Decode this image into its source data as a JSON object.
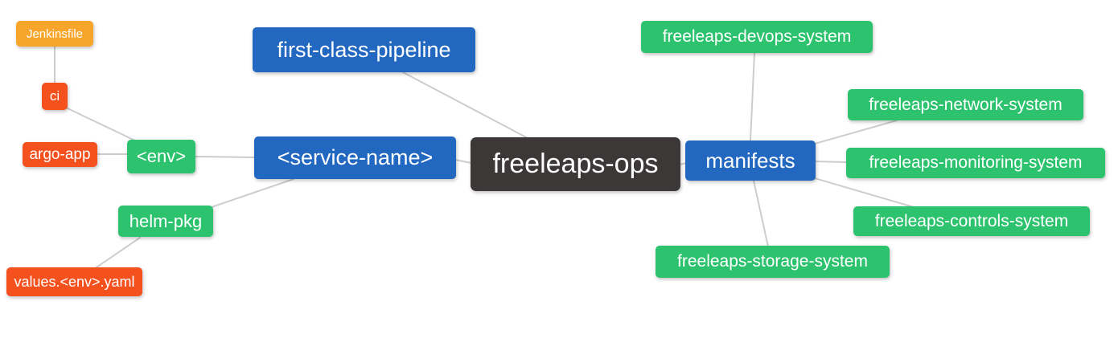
{
  "diagram": {
    "type": "mindmap",
    "root": "freeleaps_ops",
    "background": "#ffffff",
    "edge_color": "#cdcdcd",
    "text_color": "#ffffff",
    "nodes": {
      "jenkinsfile": {
        "label": "Jenkinsfile",
        "color": "#f8a62b"
      },
      "ci": {
        "label": "ci",
        "color": "#f4511e"
      },
      "argo_app": {
        "label": "argo-app",
        "color": "#f4511e"
      },
      "env": {
        "label": "<env>",
        "color": "#2dc36e"
      },
      "helm_pkg": {
        "label": "helm-pkg",
        "color": "#2dc36e"
      },
      "values_env_yaml": {
        "label": "values.<env>.yaml",
        "color": "#f4511e"
      },
      "first_class_pipeline": {
        "label": "first-class-pipeline",
        "color": "#2268c0"
      },
      "service_name": {
        "label": "<service-name>",
        "color": "#2268c0"
      },
      "freeleaps_ops": {
        "label": "freeleaps-ops",
        "color": "#3b3837"
      },
      "manifests": {
        "label": "manifests",
        "color": "#2268c0"
      },
      "devops_system": {
        "label": "freeleaps-devops-system",
        "color": "#2dc36e"
      },
      "network_system": {
        "label": "freeleaps-network-system",
        "color": "#2dc36e"
      },
      "monitoring_system": {
        "label": "freeleaps-monitoring-system",
        "color": "#2dc36e"
      },
      "controls_system": {
        "label": "freeleaps-controls-system",
        "color": "#2dc36e"
      },
      "storage_system": {
        "label": "freeleaps-storage-system",
        "color": "#2dc36e"
      }
    },
    "edges": [
      [
        "jenkinsfile",
        "ci"
      ],
      [
        "ci",
        "env"
      ],
      [
        "argo_app",
        "env"
      ],
      [
        "env",
        "service_name"
      ],
      [
        "helm_pkg",
        "service_name"
      ],
      [
        "values_env_yaml",
        "helm_pkg"
      ],
      [
        "first_class_pipeline",
        "freeleaps_ops"
      ],
      [
        "service_name",
        "freeleaps_ops"
      ],
      [
        "freeleaps_ops",
        "manifests"
      ],
      [
        "manifests",
        "devops_system"
      ],
      [
        "manifests",
        "network_system"
      ],
      [
        "manifests",
        "monitoring_system"
      ],
      [
        "manifests",
        "controls_system"
      ],
      [
        "manifests",
        "storage_system"
      ]
    ]
  }
}
